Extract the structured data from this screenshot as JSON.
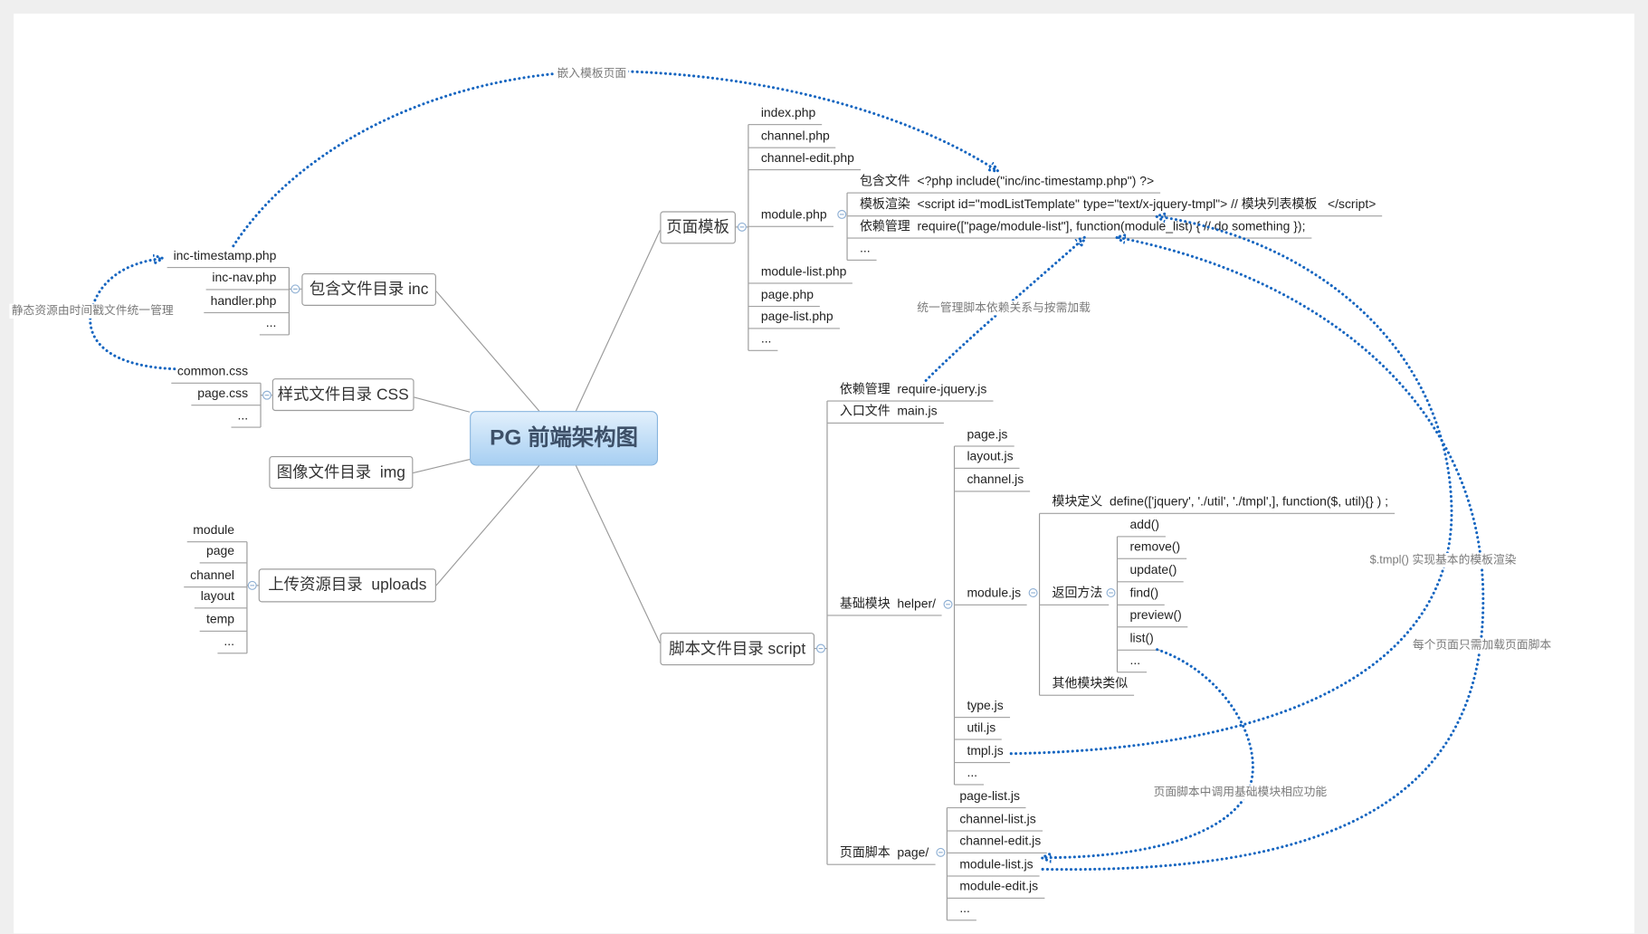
{
  "central_topic": "PG 前端架构图",
  "templates": {
    "label": "页面模板",
    "files": [
      "index.php",
      "channel.php",
      "channel-edit.php",
      "module.php",
      "module-list.php",
      "page.php",
      "page-list.php",
      "..."
    ],
    "module_php": [
      "包含文件  <?php include(\"inc/inc-timestamp.php\") ?>",
      "模板渲染  <script id=\"modListTemplate\" type=\"text/x-jquery-tmpl\"> // 模块列表模板   </script>",
      "依赖管理  require([\"page/module-list\"], function(module_list) { // do something });",
      "..."
    ]
  },
  "inc": {
    "label": "包含文件目录 inc",
    "files": [
      "inc-timestamp.php",
      "inc-nav.php",
      "handler.php",
      "..."
    ]
  },
  "css": {
    "label": "样式文件目录 CSS",
    "files": [
      "common.css",
      "page.css",
      "..."
    ]
  },
  "img": {
    "label": "图像文件目录  img"
  },
  "uploads": {
    "label": "上传资源目录  uploads",
    "dirs": [
      "module",
      "page",
      "channel",
      "layout",
      "temp",
      "..."
    ]
  },
  "script": {
    "label": "脚本文件目录 script",
    "items": [
      "依赖管理  require-jquery.js",
      "入口文件  main.js",
      "基础模块  helper/",
      "页面脚本  page/"
    ],
    "helper": [
      "page.js",
      "layout.js",
      "channel.js",
      "module.js",
      "type.js",
      "util.js",
      "tmpl.js",
      "..."
    ],
    "module_js": [
      "模块定义  define(['jquery', './util', './tmpl',], function($, util){} ) ;",
      "返回方法",
      "其他模块类似"
    ],
    "methods": [
      "add()",
      "remove()",
      "update()",
      "find()",
      "preview()",
      "list()",
      "..."
    ],
    "page": [
      "page-list.js",
      "channel-list.js",
      "channel-edit.js",
      "module-list.js",
      "module-edit.js",
      "..."
    ]
  },
  "relations": [
    "嵌入模板页面",
    "静态资源由时间戳文件统一管理",
    "统一管理脚本依赖关系与按需加载",
    "$.tmpl() 实现基本的模板渲染",
    "每个页面只需加载页面脚本",
    "页面脚本中调用基础模块相应功能"
  ],
  "colors": {
    "relation": "#1565c0",
    "connector": "#9a9a9a",
    "collapse_marker": "#8fb0d4"
  }
}
